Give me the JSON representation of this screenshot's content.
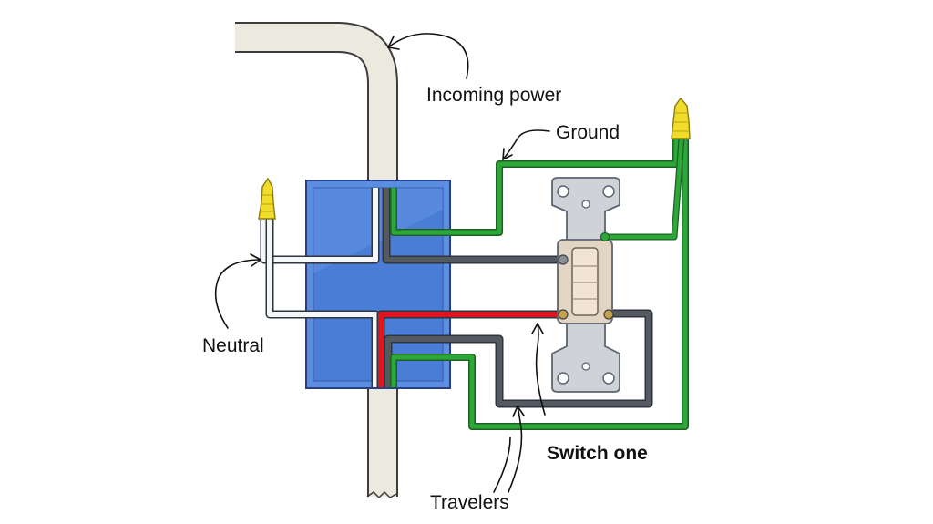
{
  "labels": {
    "incoming_power": "Incoming power",
    "ground": "Ground",
    "neutral": "Neutral",
    "switch_one": "Switch one",
    "travelers": "Travelers"
  },
  "colors": {
    "conduit": "#ece9df",
    "conduit_outline": "#3c3c3c",
    "box_fill": "#5a8ee0",
    "box_inner": "#4a7ed6",
    "box_outline": "#2a3e88",
    "wire_white": "#f4f6f8",
    "wire_black": "#555a60",
    "wire_red": "#e0151f",
    "wire_ground": "#2ca838",
    "wire_nut": "#f2dc2a",
    "switch_strap": "#cfd3d8",
    "switch_body": "#e2d5c4",
    "switch_toggle": "#f1e4d2"
  }
}
